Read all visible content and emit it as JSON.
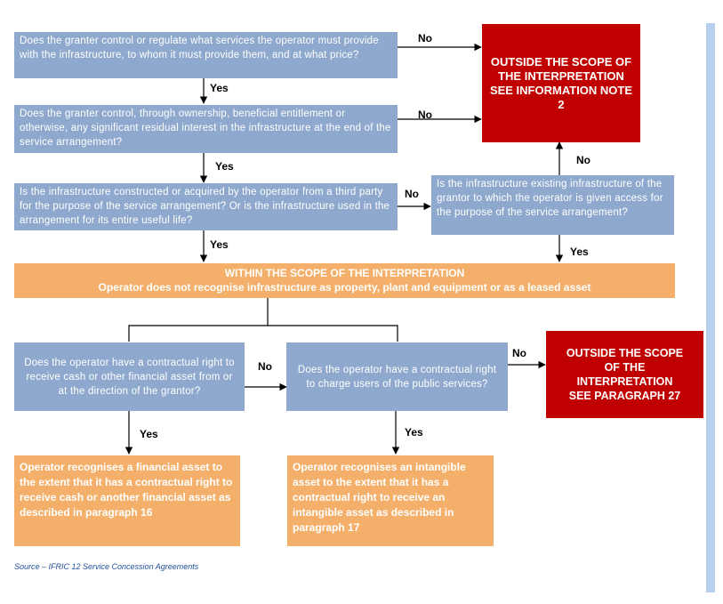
{
  "questions": {
    "q1": "Does the granter control or regulate what services the operator must provide with the infrastructure, to whom it must provide them, and at what price?",
    "q2": "Does the granter control, through ownership, beneficial entitlement or otherwise, any significant residual interest in the infrastructure at the end of the service arrangement?",
    "q3": "Is the infrastructure constructed or acquired by the operator from a third party for the purpose of the service arrangement? Or is the infrastructure used in the arrangement for its entire useful life?",
    "q4": "Is the infrastructure existing infrastructure of the grantor to which the operator is given access for the purpose of the service arrangement?",
    "q5": "Does the operator have a contractual right to receive cash or other financial asset from or at the direction of the grantor?",
    "q6": "Does the operator have a contractual right to charge users of the public services?"
  },
  "outcomes": {
    "outside1_line1": "OUTSIDE THE SCOPE OF THE INTERPRETATION",
    "outside1_line2": "SEE INFORMATION NOTE 2",
    "outside2_line1": "OUTSIDE THE SCOPE OF THE INTERPRETATION",
    "outside2_line2": "SEE PARAGRAPH 27",
    "within_title": "WITHIN THE SCOPE OF THE INTERPRETATION",
    "within_sub": "Operator does not recognise infrastructure as property, plant and equipment or as a leased asset",
    "financial": "Operator recognises a financial asset to the extent that it has a contractual right to receive cash or another financial asset as described in paragraph 16",
    "intangible": "Operator recognises an intangible asset to the extent that it has a contractual right to receive an intangible asset as described in paragraph 17"
  },
  "labels": {
    "yes": "Yes",
    "no": "No"
  },
  "source": "Source – IFRIC 12 Service Concession Agreements",
  "colors": {
    "question_box": "#8ea9cd",
    "outside_box": "#c00000",
    "within_box": "#f4b06a",
    "sidebar": "#b8cfee"
  }
}
